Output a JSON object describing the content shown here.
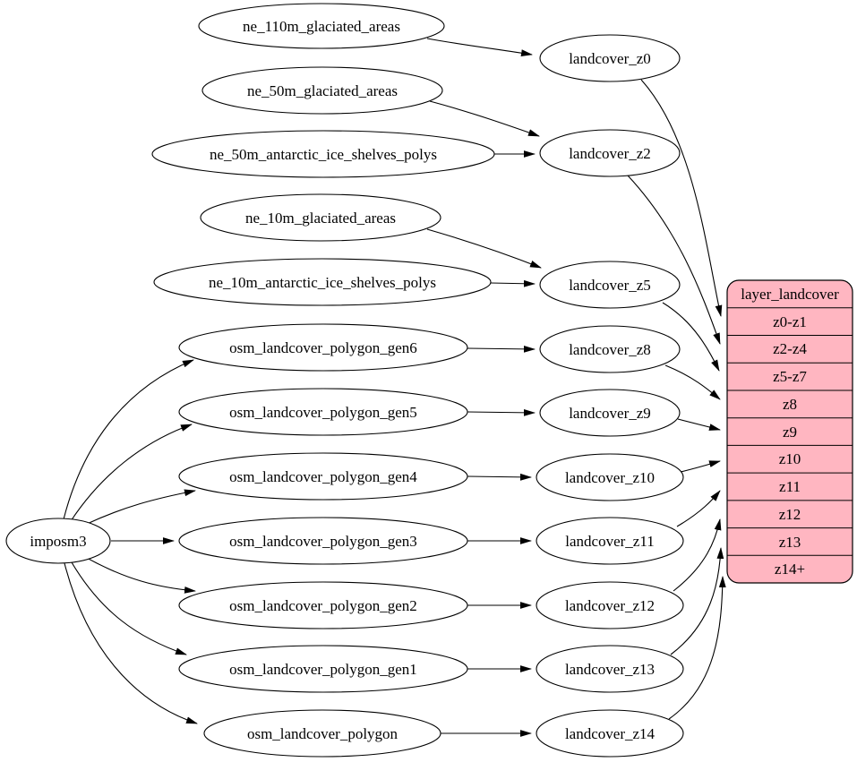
{
  "diagram": {
    "type": "graphviz-digraph",
    "colors": {
      "background": "#ffffff",
      "node_fill": "#ffffff",
      "node_stroke": "#000000",
      "edge": "#000000",
      "record_fill": "#ffb6c1"
    },
    "nodes": {
      "imposm3": "imposm3",
      "ne_110m_glaciated_areas": "ne_110m_glaciated_areas",
      "ne_50m_glaciated_areas": "ne_50m_glaciated_areas",
      "ne_50m_antarctic_ice_shelves_polys": "ne_50m_antarctic_ice_shelves_polys",
      "ne_10m_glaciated_areas": "ne_10m_glaciated_areas",
      "ne_10m_antarctic_ice_shelves_polys": "ne_10m_antarctic_ice_shelves_polys",
      "osm_landcover_polygon_gen6": "osm_landcover_polygon_gen6",
      "osm_landcover_polygon_gen5": "osm_landcover_polygon_gen5",
      "osm_landcover_polygon_gen4": "osm_landcover_polygon_gen4",
      "osm_landcover_polygon_gen3": "osm_landcover_polygon_gen3",
      "osm_landcover_polygon_gen2": "osm_landcover_polygon_gen2",
      "osm_landcover_polygon_gen1": "osm_landcover_polygon_gen1",
      "osm_landcover_polygon": "osm_landcover_polygon",
      "landcover_z0": "landcover_z0",
      "landcover_z2": "landcover_z2",
      "landcover_z5": "landcover_z5",
      "landcover_z8": "landcover_z8",
      "landcover_z9": "landcover_z9",
      "landcover_z10": "landcover_z10",
      "landcover_z11": "landcover_z11",
      "landcover_z12": "landcover_z12",
      "landcover_z13": "landcover_z13",
      "landcover_z14": "landcover_z14"
    },
    "record": {
      "title": "layer_landcover",
      "rows": [
        "z0-z1",
        "z2-z4",
        "z5-z7",
        "z8",
        "z9",
        "z10",
        "z11",
        "z12",
        "z13",
        "z14+"
      ]
    },
    "edges": [
      [
        "ne_110m_glaciated_areas",
        "landcover_z0"
      ],
      [
        "ne_50m_glaciated_areas",
        "landcover_z2"
      ],
      [
        "ne_50m_antarctic_ice_shelves_polys",
        "landcover_z2"
      ],
      [
        "ne_10m_glaciated_areas",
        "landcover_z5"
      ],
      [
        "ne_10m_antarctic_ice_shelves_polys",
        "landcover_z5"
      ],
      [
        "imposm3",
        "osm_landcover_polygon_gen6"
      ],
      [
        "imposm3",
        "osm_landcover_polygon_gen5"
      ],
      [
        "imposm3",
        "osm_landcover_polygon_gen4"
      ],
      [
        "imposm3",
        "osm_landcover_polygon_gen3"
      ],
      [
        "imposm3",
        "osm_landcover_polygon_gen2"
      ],
      [
        "imposm3",
        "osm_landcover_polygon_gen1"
      ],
      [
        "imposm3",
        "osm_landcover_polygon"
      ],
      [
        "osm_landcover_polygon_gen6",
        "landcover_z8"
      ],
      [
        "osm_landcover_polygon_gen5",
        "landcover_z9"
      ],
      [
        "osm_landcover_polygon_gen4",
        "landcover_z10"
      ],
      [
        "osm_landcover_polygon_gen3",
        "landcover_z11"
      ],
      [
        "osm_landcover_polygon_gen2",
        "landcover_z12"
      ],
      [
        "osm_landcover_polygon_gen1",
        "landcover_z13"
      ],
      [
        "osm_landcover_polygon",
        "landcover_z14"
      ],
      [
        "landcover_z0",
        "layer_landcover:z0-z1"
      ],
      [
        "landcover_z2",
        "layer_landcover:z2-z4"
      ],
      [
        "landcover_z5",
        "layer_landcover:z5-z7"
      ],
      [
        "landcover_z8",
        "layer_landcover:z8"
      ],
      [
        "landcover_z9",
        "layer_landcover:z9"
      ],
      [
        "landcover_z10",
        "layer_landcover:z10"
      ],
      [
        "landcover_z11",
        "layer_landcover:z11"
      ],
      [
        "landcover_z12",
        "layer_landcover:z12"
      ],
      [
        "landcover_z13",
        "layer_landcover:z13"
      ],
      [
        "landcover_z14",
        "layer_landcover:z14+"
      ]
    ]
  }
}
